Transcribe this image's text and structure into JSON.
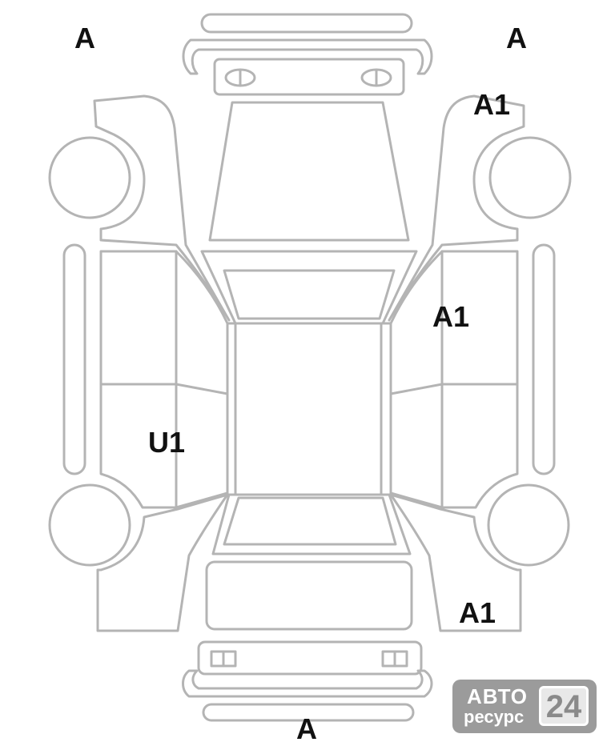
{
  "markers": {
    "top_left": "A",
    "top_right": "A",
    "right_front_fender": "A1",
    "right_front_door": "A1",
    "right_rear_fender": "A1",
    "left_rear_door": "U1",
    "rear": "A"
  },
  "watermark": {
    "word_top": "АВТО",
    "word_bottom": "ресурс",
    "number": "24"
  },
  "colors": {
    "outline": "#b4b4b4",
    "label": "#111111",
    "badge": "#9b9b9b"
  }
}
